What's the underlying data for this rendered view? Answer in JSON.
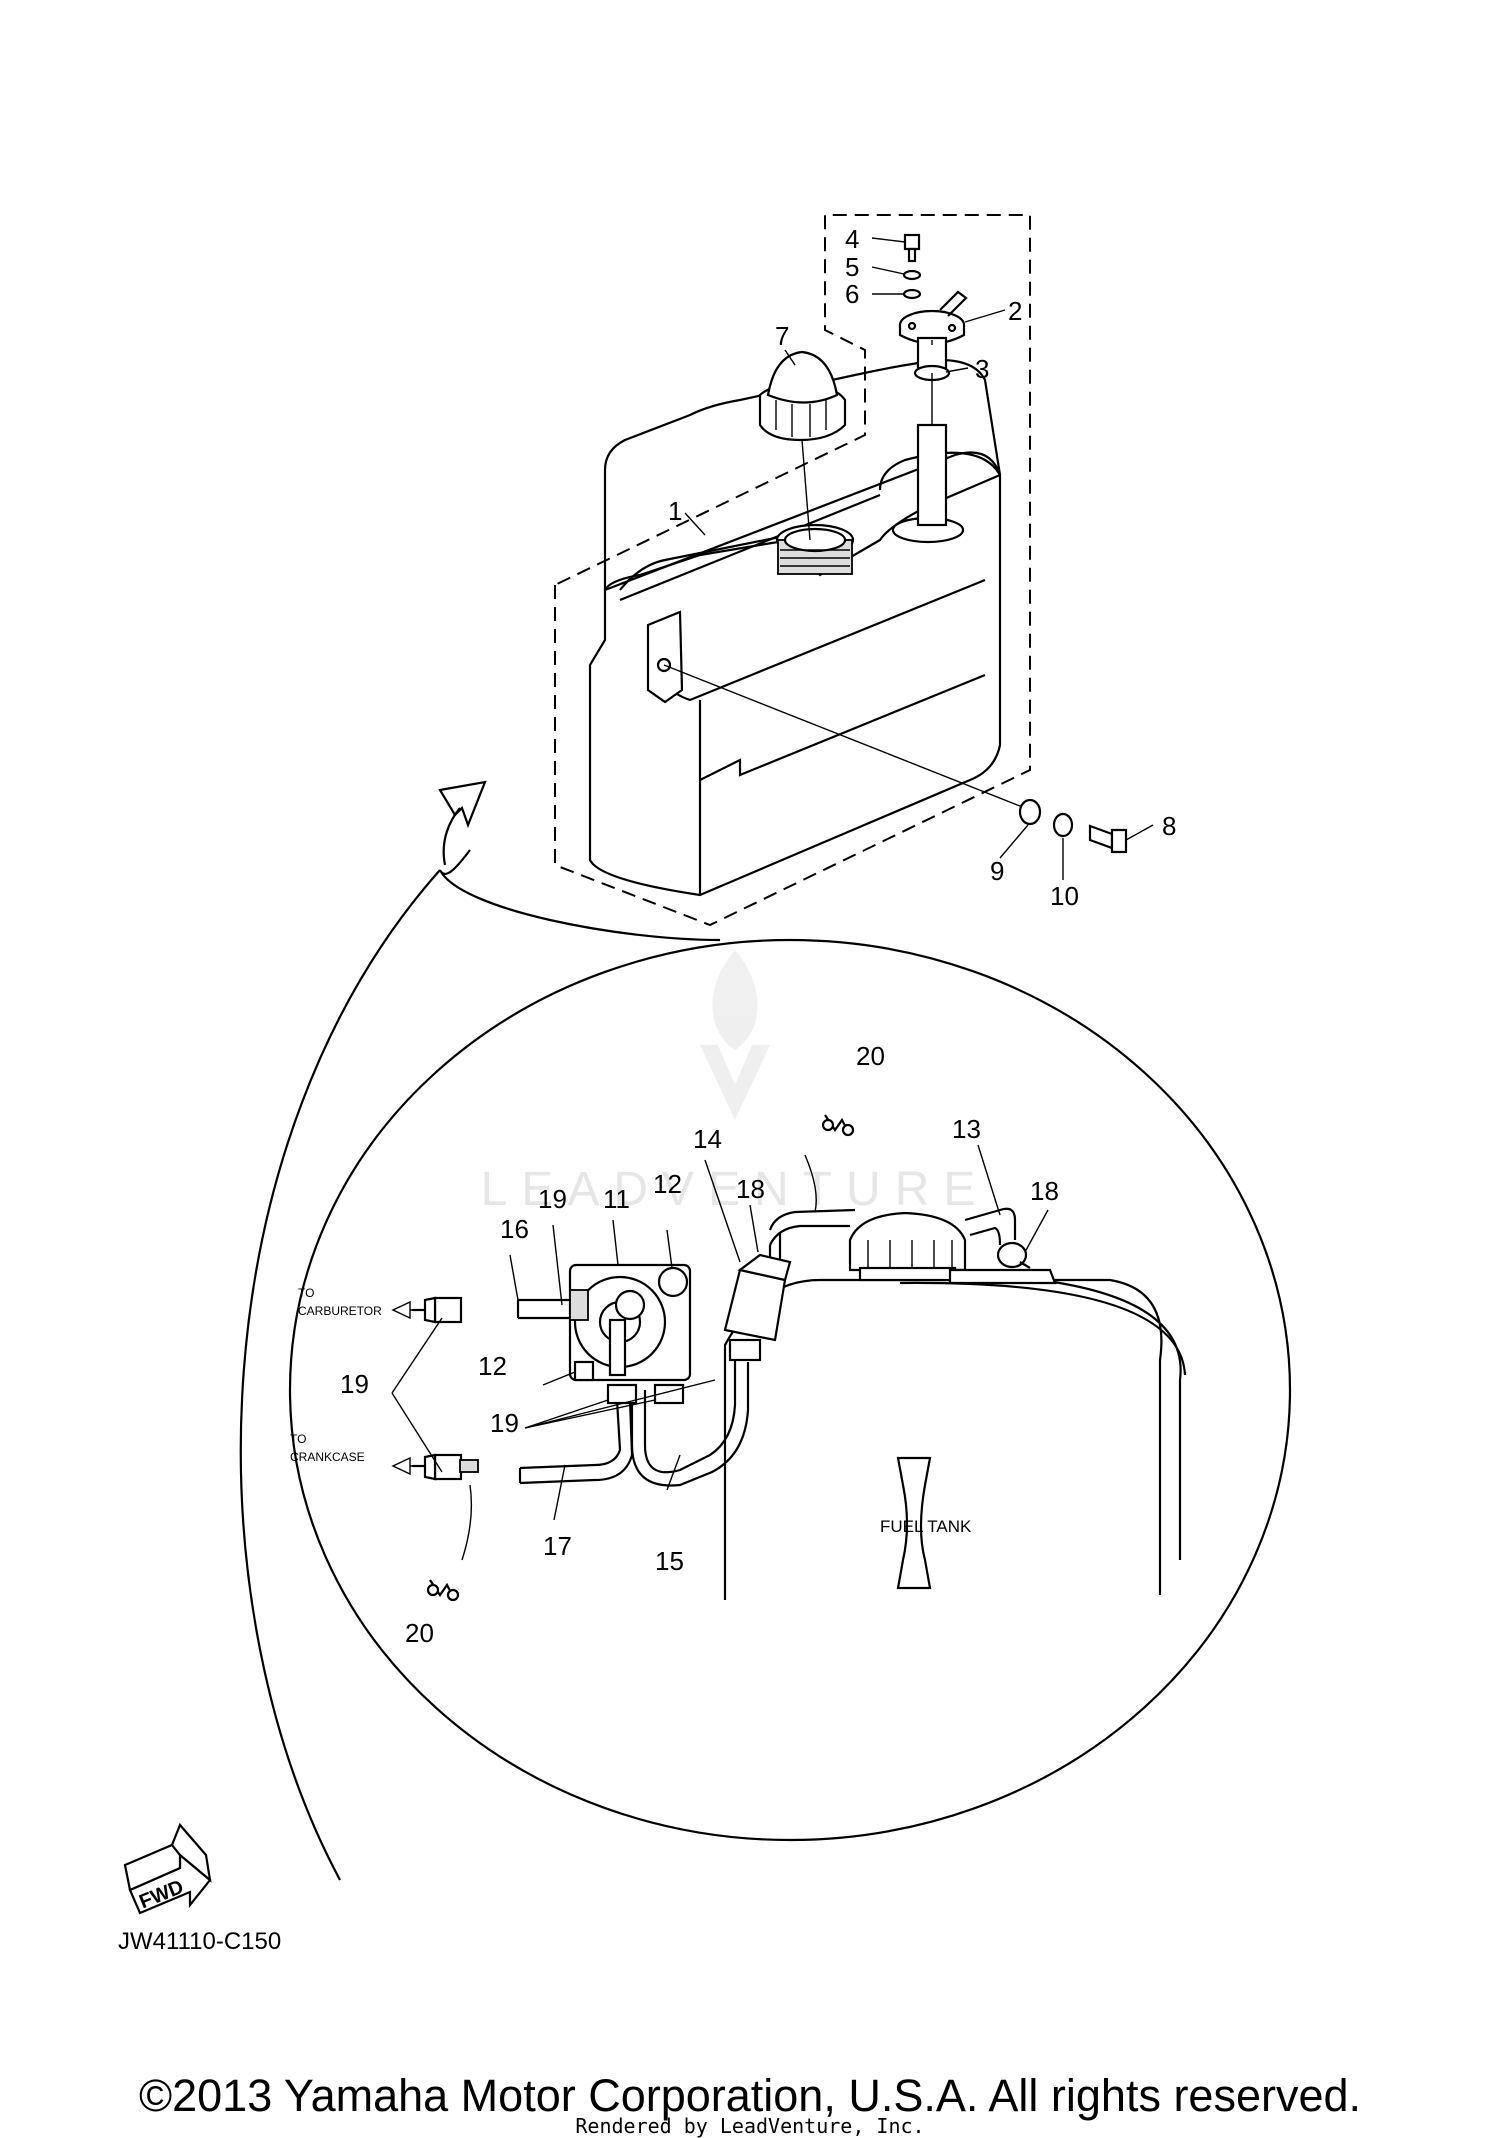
{
  "diagram": {
    "callouts": {
      "c1": "1",
      "c2": "2",
      "c3": "3",
      "c4": "4",
      "c5": "5",
      "c6": "6",
      "c7": "7",
      "c8": "8",
      "c9": "9",
      "c10": "10",
      "c11": "11",
      "c12a": "12",
      "c12b": "12",
      "c13": "13",
      "c14": "14",
      "c15": "15",
      "c16": "16",
      "c17": "17",
      "c18a": "18",
      "c18b": "18",
      "c19a": "19",
      "c19b": "19",
      "c19c": "19",
      "c20a": "20",
      "c20b": "20"
    },
    "labels": {
      "to_1": "TO",
      "carburetor": "CARBURETOR",
      "to_2": "TO",
      "crankcase": "CRANKCASE",
      "fuel_tank": "FUEL TANK",
      "fwd": "FWD"
    },
    "diagram_code": "JW41110-C150",
    "copyright": "©2013 Yamaha Motor Corporation, U.S.A. All rights reserved.",
    "rendered_by": "Rendered by LeadVenture, Inc.",
    "watermark": "LEADVENTURE"
  },
  "colors": {
    "ink": "#000000",
    "paper": "#ffffff",
    "watermark": "#e6e6e6"
  }
}
